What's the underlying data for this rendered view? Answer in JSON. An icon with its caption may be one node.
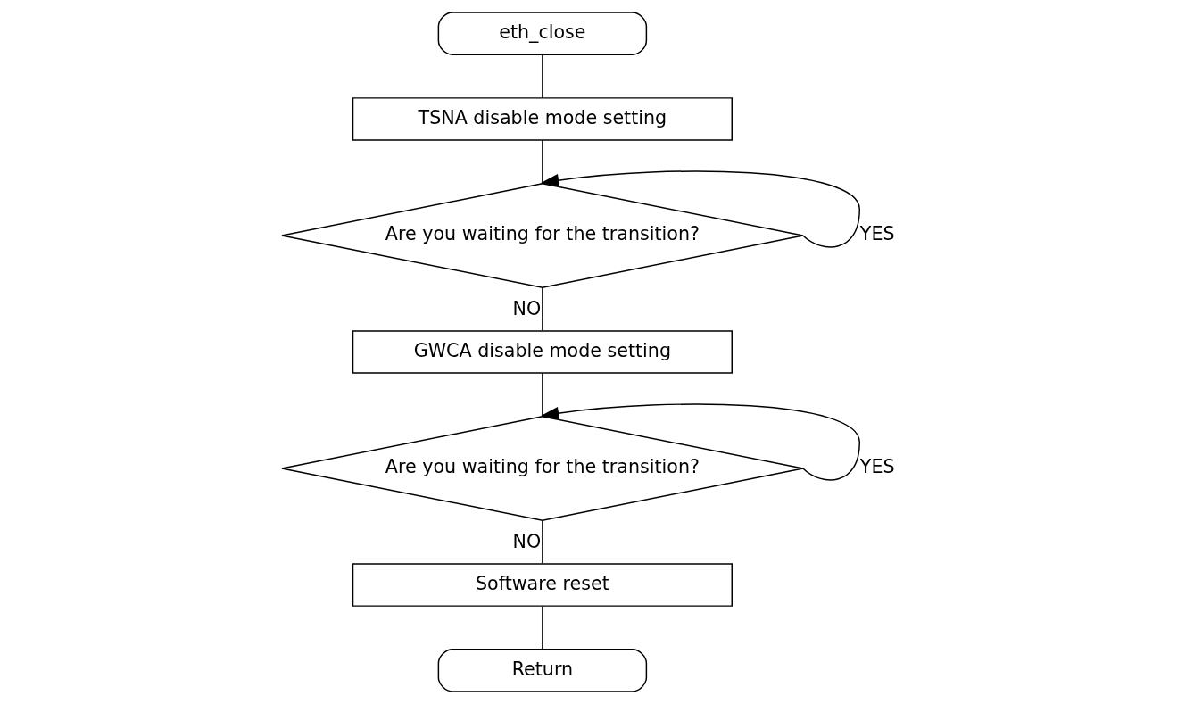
{
  "diagram": {
    "nodes": [
      {
        "text": [
          "eth_close"
        ]
      },
      {
        "text": [
          "TSNA disable mode setting"
        ]
      },
      {
        "text": [
          "Are you waiting for the transition?"
        ]
      },
      {
        "text": [
          "GWCA disable mode setting"
        ]
      },
      {
        "text": [
          "Are you waiting for the transition?"
        ]
      },
      {
        "text": [
          "Software reset"
        ]
      },
      {
        "text": [
          "Return"
        ]
      }
    ],
    "edges": [
      {
        "from": 0,
        "to": 1,
        "arrow": "none"
      },
      {
        "from": 1,
        "to": 2,
        "arrow": "none"
      },
      {
        "from": 2,
        "to": 2,
        "arrow": "to",
        "label": "YES"
      },
      {
        "from": 2,
        "to": 3,
        "arrow": "none",
        "label": "NO"
      },
      {
        "from": 3,
        "to": 4,
        "arrow": "none"
      },
      {
        "from": 4,
        "to": 4,
        "arrow": "to",
        "label": "YES"
      },
      {
        "from": 4,
        "to": 5,
        "arrow": "none",
        "label": "NO"
      },
      {
        "from": 5,
        "to": 6,
        "arrow": "none"
      }
    ]
  }
}
